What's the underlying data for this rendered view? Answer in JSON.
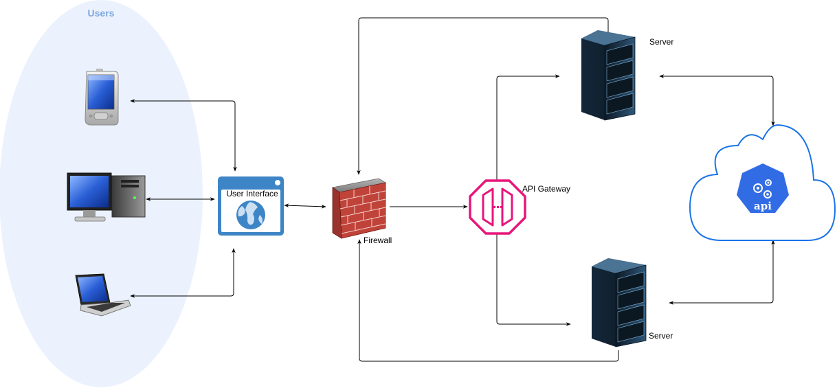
{
  "users_group": {
    "title": "Users",
    "fill": "#dae8fc",
    "title_color": "#7ea6e0"
  },
  "nodes": {
    "mobile": {
      "icon": "pda-icon"
    },
    "desktop": {
      "icon": "desktop-computer-icon"
    },
    "laptop": {
      "icon": "laptop-icon"
    },
    "user_interface": {
      "label": "User Interface",
      "icon": "browser-globe-icon",
      "color": "#3d85c6"
    },
    "firewall": {
      "label": "Firewall",
      "icon": "firewall-brick-icon"
    },
    "api_gateway": {
      "label": "API Gateway",
      "icon": "api-gateway-icon",
      "color": "#e7157b"
    },
    "server_top": {
      "label": "Server",
      "icon": "server-rack-icon"
    },
    "server_bottom": {
      "label": "Server",
      "icon": "server-rack-icon"
    },
    "api_cloud": {
      "label": "api",
      "icon": "kubernetes-api-icon",
      "cloud_color": "#1a73e8",
      "badge_color": "#326ce5"
    }
  }
}
